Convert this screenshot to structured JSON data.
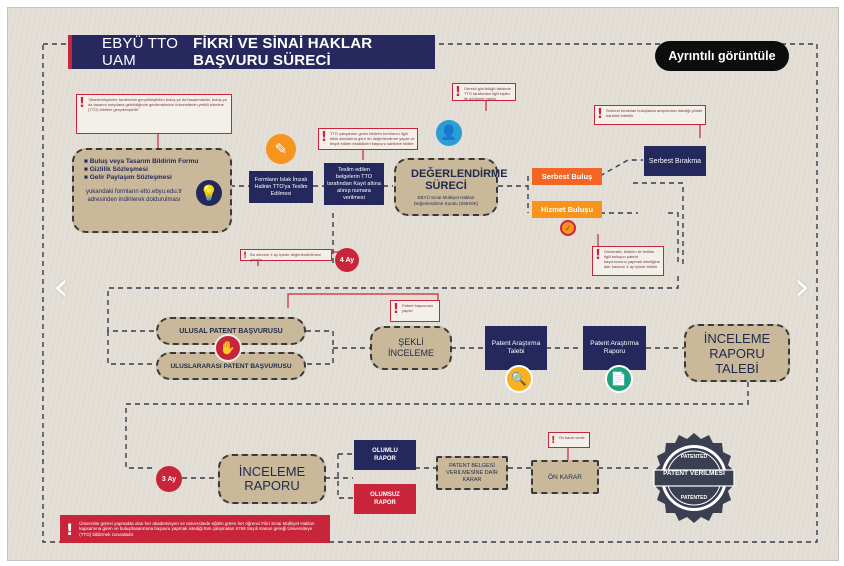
{
  "title": {
    "light": "EBYÜ TTO UAM",
    "bold": "FİKRİ VE SİNAİ HAKLAR BAŞVURU SÜRECİ"
  },
  "detail_button": "Ayrıntılı görüntüle",
  "nav": {
    "prev": "‹",
    "next": "›"
  },
  "colors": {
    "navy": "#25285c",
    "red": "#c9253a",
    "orange": "#f7941d",
    "tan": "#c9b99a"
  },
  "warnings": {
    "top_left": "\"Akademisyenler tarafından gerçekleştirilen buluş ya da tasarımlarda, buluş ya da tasarım meydana getirildiğinde gecikmeksizin üniversitenin yetkili birimine (TTO) bildirim gerçekleştirilir\"",
    "formlar": "TTO çalışanları gelen bildirim formlarını ilgili bilim alanlarına göre ön değerlendirme yapar ve tespit edilen eksiklikleri başvuru sahibine bildirir",
    "degerlendirme": "Gerekli görüldüğü takdirde TTO tarafından ilgili kişiler ile görüşme yapılır",
    "serbest": "Serbest bırakılan buluşlarda araştırmacı istediği yönde hareket edebilir",
    "hizmet": "Üniversite, bildirim ile birlikte ilgili buluşun patent başvurusunu yapmak istediğine dair kararını 4 ay içinde bildirir",
    "dort_ay": "Bu sürenin 4 ay içinde değerlendirilmesi gerekir",
    "patent_basvuru": "Patent başvurusu yapılır",
    "on_karar": "Ön karar verilir"
  },
  "steps": {
    "forms": [
      "Buluş veya Tasarım Bildirim Formu",
      "Gizlilik Sözleşmesi",
      "Gelir Paylaşım Sözleşmesi"
    ],
    "forms_note": "yukarıdaki formların etto.ebyu.edu.tr adresinden indirilerek doldurulması",
    "teslim": "Formların Islak İmzalı Halinin TTO'ya Teslim Edilmesi",
    "kayit": "Teslim edilen belgelerin TTO tarafından Kayıt altına alınıp numara verilmesi",
    "degerlendirme": "DEĞERLENDİRME SÜRECİ",
    "degerlendirme_sub": "EBYÜ Sınai Mülkiyet Hakları Değerlendirme Kurulu (SMHDK)",
    "serbest_bulus": "Serbest Buluş",
    "hizmet_bulusu": "Hizmet Buluşu",
    "serbest_birakma": "Serbest Bırakma",
    "dort_ay": "4 Ay",
    "ulusal": "ULUSAL PATENT BAŞVURUSU",
    "uluslararasi": "ULUSLARARASI PATENT BAŞVURUSU",
    "sekli": "ŞEKLİ İNCELEME",
    "arastirma_talebi": "Patent Araştırma Talebi",
    "arastirma_raporu": "Patent Araştırma Raporu",
    "inceleme_talebi": "İNCELEME RAPORU TALEBİ",
    "uc_ay": "3 Ay",
    "inceleme_raporu": "İNCELEME RAPORU",
    "olumlu": "OLUMLU RAPOR",
    "olumsuz": "OLUMSUZ RAPOR",
    "belge": "PATENT BELGESİ VERİLMESİNE DAİR KARAR",
    "on_karar": "ÖN KARAR",
    "verilmesi": "PATENT VERİLMESİ",
    "patented_top": "PATENTED",
    "patented_bottom": "PATENTED"
  },
  "footer_note": "Üniversite görevi yapmakta olan her akademisyen ve üniversitede eğitim gören her öğrenci Fikri Sınai Mülkiyet Hakları kapsamına giren ve buluş/tasarımına başvuru yapmak istediği tüm çalışmaları 6769 Sayılı Kanun gereği Üniversiteye (TTO) bildirmek zorundadır."
}
